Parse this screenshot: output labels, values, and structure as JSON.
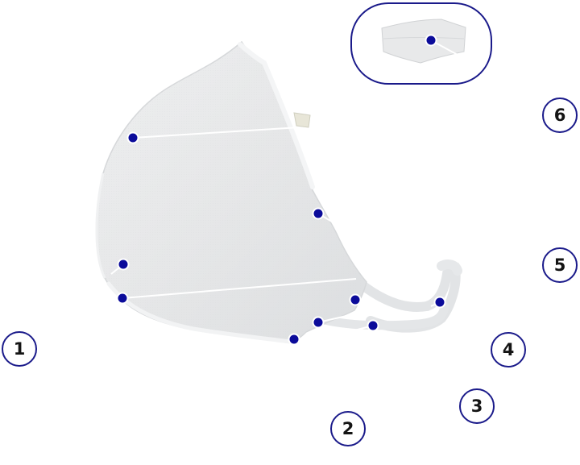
{
  "callouts": [
    {
      "id": "1",
      "label": "1"
    },
    {
      "id": "2",
      "label": "2"
    },
    {
      "id": "3",
      "label": "3"
    },
    {
      "id": "4",
      "label": "4"
    },
    {
      "id": "5",
      "label": "5"
    },
    {
      "id": "6",
      "label": "6"
    }
  ],
  "colors": {
    "marker": "#0b0b9a",
    "badge_border": "#1a1a8a",
    "mask": "#e9eaeb",
    "mask_shadow": "#d5d7d9",
    "leader_line": "#ffffff"
  }
}
